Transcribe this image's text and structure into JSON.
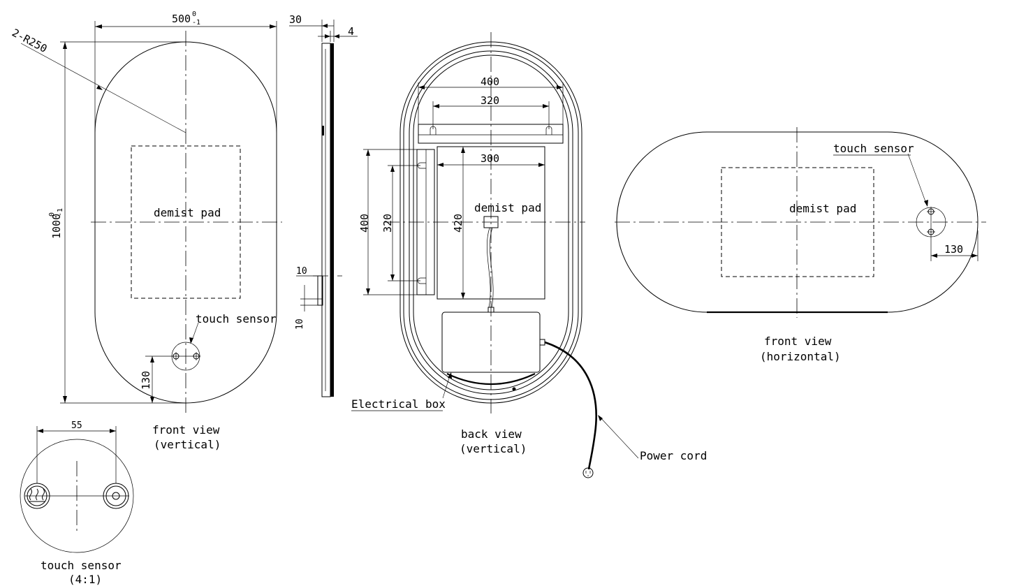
{
  "front_vertical": {
    "width_dim": "500",
    "width_tol_upper": "0",
    "width_tol_lower": "-1",
    "height_dim": "1000",
    "height_tol_upper": "0",
    "height_tol_lower": "-1",
    "radius_note": "2-R250",
    "demist_label": "demist pad",
    "sensor_label": "touch sensor",
    "sensor_dim": "130",
    "caption_line1": "front view",
    "caption_line2": "(vertical)"
  },
  "side_view": {
    "depth_dim": "30",
    "depth_small_dim": "4",
    "bracket_dim_a": "10",
    "bracket_dim_b": "10"
  },
  "back_vertical": {
    "top_outer_dim": "400",
    "top_inner_dim": "320",
    "pad_width_dim": "300",
    "left_outer_dim": "400",
    "left_inner_dim": "320",
    "pad_height_dim": "420",
    "demist_label": "demist pad",
    "box_label": "Electrical box",
    "cord_label": "Power cord",
    "caption_line1": "back view",
    "caption_line2": "(vertical)"
  },
  "front_horizontal": {
    "demist_label": "demist pad",
    "sensor_label": "touch sensor",
    "sensor_dim": "130",
    "caption_line1": "front view",
    "caption_line2": "(horizontal)"
  },
  "sensor_detail": {
    "spacing_dim": "55",
    "caption_line1": "touch sensor",
    "caption_line2": "(4:1)"
  }
}
